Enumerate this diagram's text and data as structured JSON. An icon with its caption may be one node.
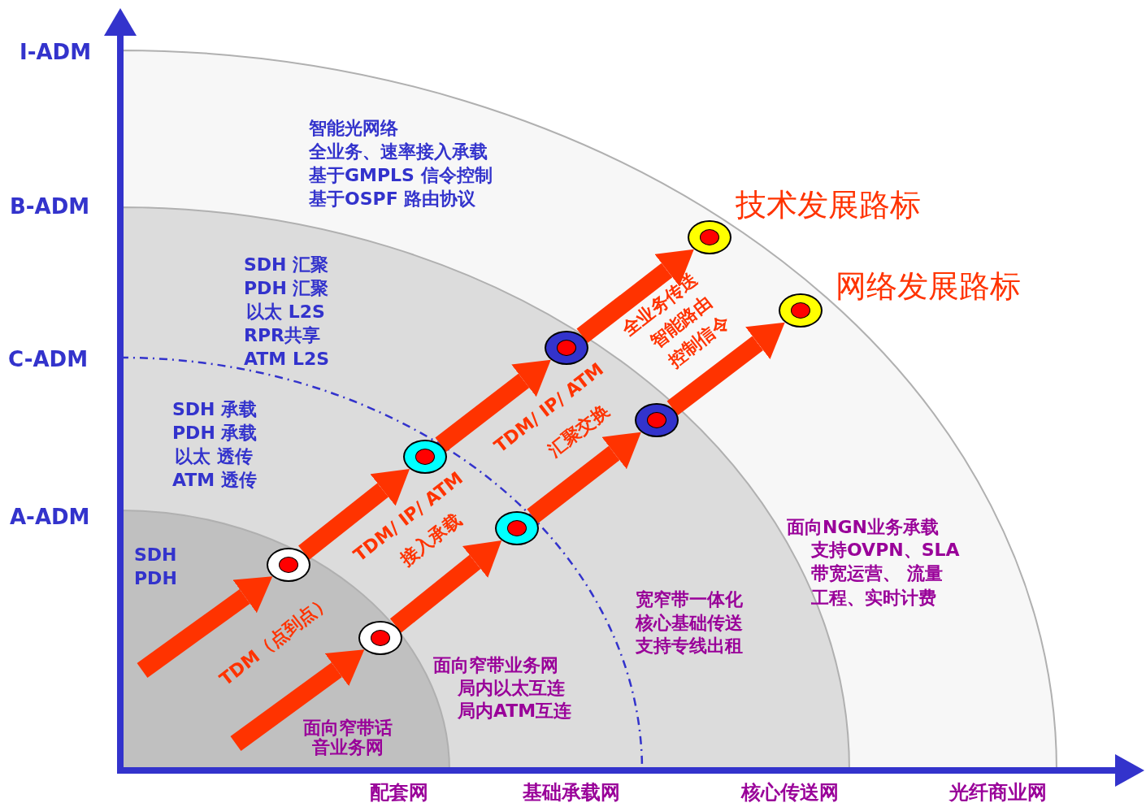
{
  "diagram": {
    "nodes": [
      {
        "text": [],
        "shape": "circle"
      },
      {
        "text": [],
        "shape": "circle"
      },
      {
        "text": [],
        "shape": "circle"
      },
      {
        "text": [],
        "shape": "circle",
        "beside": [
          "技术发展路标"
        ]
      },
      {
        "text": [],
        "shape": "circle"
      },
      {
        "text": [],
        "shape": "circle"
      },
      {
        "text": [],
        "shape": "circle"
      },
      {
        "text": [],
        "shape": "circle",
        "beside": [
          "网络发展路标"
        ]
      }
    ],
    "edges": [
      {
        "from": null,
        "to": 0,
        "arrow": "to"
      },
      {
        "from": 0,
        "to": 1,
        "arrow": "to"
      },
      {
        "from": 1,
        "to": 2,
        "arrow": "to"
      },
      {
        "from": 2,
        "to": 3,
        "arrow": "to"
      },
      {
        "from": null,
        "to": 4,
        "arrow": "to"
      },
      {
        "from": 4,
        "to": 5,
        "arrow": "to"
      },
      {
        "from": 5,
        "to": 6,
        "arrow": "to"
      },
      {
        "from": 6,
        "to": 7,
        "arrow": "to"
      }
    ],
    "labels": [
      "I-ADM",
      "B-ADM",
      "C-ADM",
      "A-ADM",
      "智能光网络",
      "全业务、速率接入承载",
      "基于GMPLS 信令控制",
      "基于OSPF 路由协议",
      "SDH 汇聚",
      "PDH 汇聚",
      "以太 L2S",
      "RPR共享",
      "ATM L2S",
      "SDH 承载",
      "PDH 承载",
      "以太 透传",
      "ATM 透传",
      "SDH",
      "PDH",
      "全业务传送",
      "智能路由",
      "控制信令",
      "TDM/ IP/ ATM",
      "汇聚交换",
      "TDM/ IP/ ATM",
      "接入承载",
      "TDM（点到点）",
      "面向NGN业务承载",
      "支持OVPN、SLA",
      "带宽运营、 流量",
      "宽窄带一体化",
      "工程、实时计费",
      "核心基础传送",
      "支持专线出租",
      "面向窄带业务网",
      "局内以太互连",
      "局内ATM互连",
      "面向窄带话音业务网",
      "配套网",
      "基础承载网",
      "核心传送网",
      "光纤商业网"
    ]
  }
}
